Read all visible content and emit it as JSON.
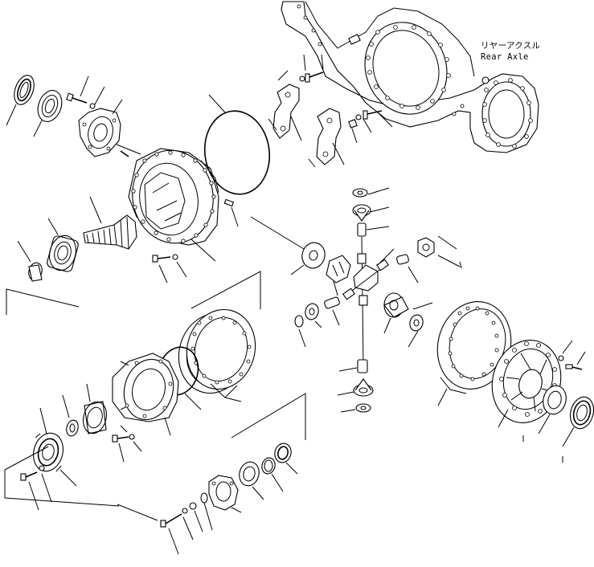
{
  "diagram": {
    "type": "exploded parts diagram",
    "assembly_label_jp": "リヤーアクスル",
    "assembly_label_en": "Rear Axle"
  },
  "colors": {
    "line": "#000000",
    "background": "#ffffff"
  }
}
